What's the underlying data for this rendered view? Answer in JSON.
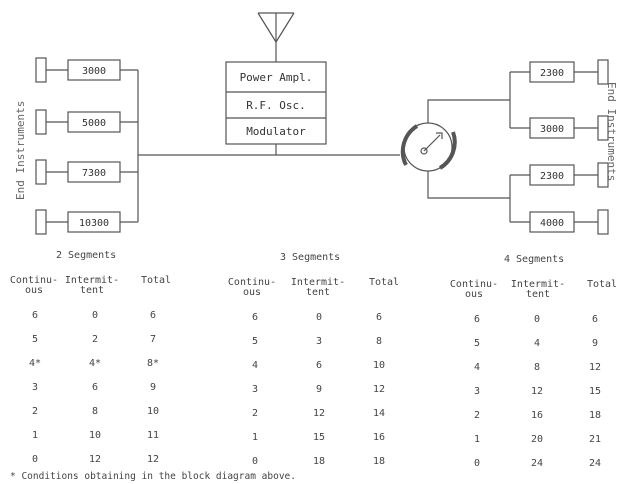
{
  "diagram": {
    "transmitter": [
      "Power Ampl.",
      "R.F. Osc.",
      "Modulator"
    ],
    "left_boxes": [
      "3000",
      "5000",
      "7300",
      "10300"
    ],
    "right_boxes": [
      "2300",
      "3000",
      "2300",
      "4000"
    ],
    "left_caption": "End Instruments",
    "right_caption": "End Instruments"
  },
  "tables": [
    {
      "title": "2 Segments",
      "headers": [
        "Continu-\nous",
        "Intermit-\ntent",
        "Total"
      ],
      "rows": [
        [
          "6",
          "0",
          "6"
        ],
        [
          "5",
          "2",
          "7"
        ],
        [
          "4*",
          "4*",
          "8*"
        ],
        [
          "3",
          "6",
          "9"
        ],
        [
          "2",
          "8",
          "10"
        ],
        [
          "1",
          "10",
          "11"
        ],
        [
          "0",
          "12",
          "12"
        ]
      ]
    },
    {
      "title": "3 Segments",
      "headers": [
        "Continu-\nous",
        "Intermit-\ntent",
        "Total"
      ],
      "rows": [
        [
          "6",
          "0",
          "6"
        ],
        [
          "5",
          "3",
          "8"
        ],
        [
          "4",
          "6",
          "10"
        ],
        [
          "3",
          "9",
          "12"
        ],
        [
          "2",
          "12",
          "14"
        ],
        [
          "1",
          "15",
          "16"
        ],
        [
          "0",
          "18",
          "18"
        ]
      ]
    },
    {
      "title": "4 Segments",
      "headers": [
        "Continu-\nous",
        "Intermit-\ntent",
        "Total"
      ],
      "rows": [
        [
          "6",
          "0",
          "6"
        ],
        [
          "5",
          "4",
          "9"
        ],
        [
          "4",
          "8",
          "12"
        ],
        [
          "3",
          "12",
          "15"
        ],
        [
          "2",
          "16",
          "18"
        ],
        [
          "1",
          "20",
          "21"
        ],
        [
          "0",
          "24",
          "24"
        ]
      ]
    }
  ],
  "footnote": "* Conditions obtaining in the block diagram above."
}
